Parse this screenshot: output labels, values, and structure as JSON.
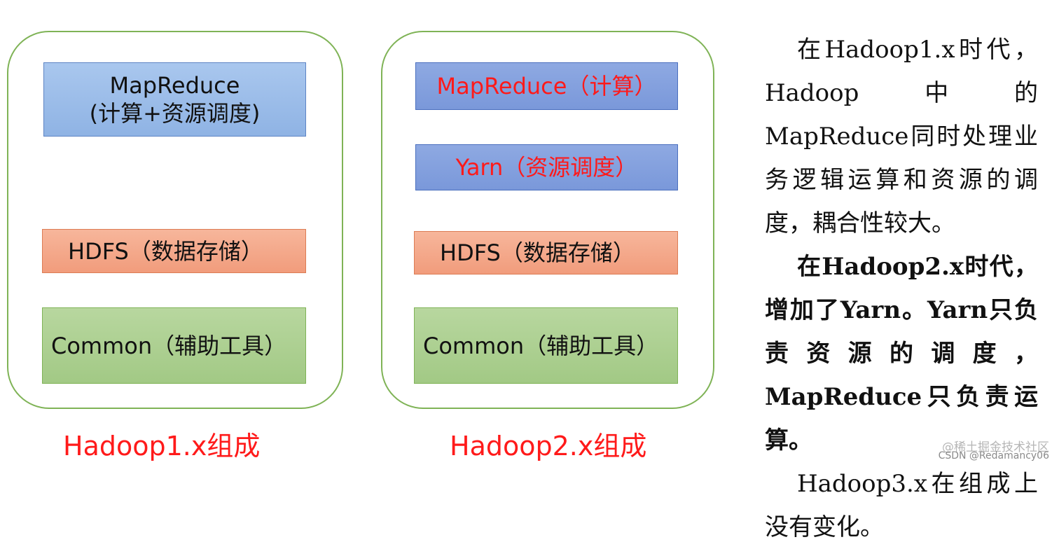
{
  "hadoop1": {
    "mapreduce_line1": "MapReduce",
    "mapreduce_line2": "(计算+资源调度)",
    "hdfs": "HDFS（数据存储）",
    "common": "Common（辅助工具）",
    "caption": "Hadoop1.x组成"
  },
  "hadoop2": {
    "mapreduce": "MapReduce（计算）",
    "yarn": "Yarn（资源调度）",
    "hdfs": "HDFS（数据存储）",
    "common": "Common（辅助工具）",
    "caption": "Hadoop2.x组成"
  },
  "description": {
    "p1": "在Hadoop1.x时代，Hadoop中的MapReduce同时处理业务逻辑运算和资源的调度，耦合性较大。",
    "p2": "在Hadoop2.x时代，增加了Yarn。Yarn只负责资源的调度，MapReduce只负责运算。",
    "p3": "Hadoop3.x在组成上没有变化。"
  },
  "watermark": {
    "line1": "@稀土掘金技术社区",
    "line2": "CSDN @Redamancy06"
  },
  "colors": {
    "panel_border": "#7fb356",
    "caption_red": "#ff1a1a"
  }
}
